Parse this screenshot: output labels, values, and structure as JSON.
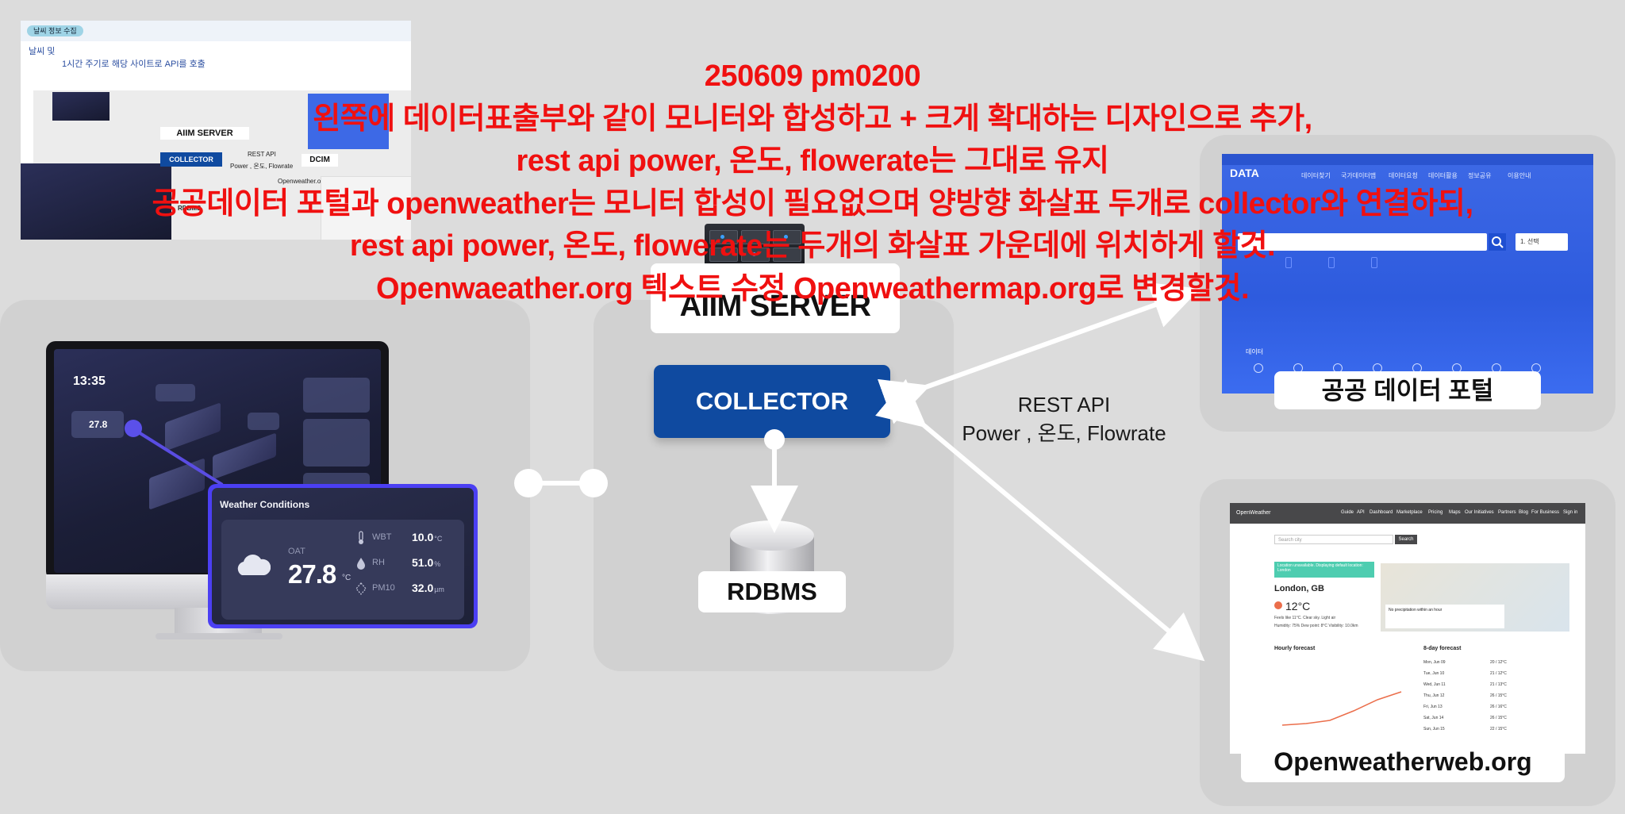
{
  "panels": {
    "server": {
      "title": "AIIM SERVER",
      "collector": "COLLECTOR",
      "database": "RDBMS"
    },
    "public_portal": {
      "label": "공공 데이터 포털",
      "logo": "DATA",
      "nav": [
        "데이터찾기",
        "국가데이터맵",
        "데이터요청",
        "데이터활용",
        "정보공유",
        "이용안내"
      ],
      "select": "1. 선택",
      "tab_label": "데이터"
    },
    "openweather": {
      "label": "Openweatherweb.org",
      "logo": "OpenWeather",
      "nav": [
        "Guide",
        "API",
        "Dashboard",
        "Marketplace",
        "Pricing",
        "Maps",
        "Our Initiatives",
        "Partners",
        "Blog",
        "For Business",
        "Sign in"
      ],
      "search_placeholder": "Search city",
      "search_button": "Search",
      "banner": "Location unavailable. Displaying default location: London",
      "city": "London, GB",
      "temperature": "12°C",
      "feels_like": "Feels like 11°C. Clear sky. Light air",
      "details": "Humidity: 75%   Dew point: 8°C   Visibility: 10.0km",
      "hourly_title": "Hourly forecast",
      "daily_title": "8-day forecast",
      "precip_note": "No precipitation within an hour",
      "days": [
        {
          "day": "Mon, Jun 09",
          "temp": "20 / 12°C"
        },
        {
          "day": "Tue, Jun 10",
          "temp": "21 / 12°C"
        },
        {
          "day": "Wed, Jun 11",
          "temp": "21 / 13°C"
        },
        {
          "day": "Thu, Jun 12",
          "temp": "26 / 15°C"
        },
        {
          "day": "Fri, Jun 13",
          "temp": "26 / 16°C"
        },
        {
          "day": "Sat, Jun 14",
          "temp": "26 / 15°C"
        },
        {
          "day": "Sun, Jun 15",
          "temp": "22 / 15°C"
        }
      ]
    }
  },
  "api_label": {
    "line1": "REST API",
    "line2": "Power , 온도, Flowrate"
  },
  "dashboard": {
    "time": "13:35",
    "mini_temp": "27.8",
    "weather_card": {
      "title": "Weather Conditions",
      "oat_label": "OAT",
      "oat_value": "27.8",
      "oat_unit": "°C",
      "rows": [
        {
          "key": "WBT",
          "value": "10.0",
          "unit": "°C",
          "icon": "thermometer-icon"
        },
        {
          "key": "RH",
          "value": "51.0",
          "unit": "%",
          "icon": "droplet-icon"
        },
        {
          "key": "PM10",
          "value": "32.0",
          "unit": "µm",
          "icon": "dust-icon"
        }
      ]
    }
  },
  "thumbnail": {
    "tag": "날씨 정보 수집",
    "bullet": "날씨 및",
    "check1": "1시간 주기로 해당 사이트로 API를 호출",
    "server": "AIIM SERVER",
    "collector": "COLLECTOR",
    "rest": "REST API",
    "rest_detail": "Power , 온도, Flowrate",
    "dcim": "DCIM",
    "ow": "Openweather.org",
    "rdbms": "RDBMS"
  },
  "notes": [
    "250609 pm0200",
    "왼쪽에 데이터표출부와 같이 모니터와 합성하고 + 크게 확대하는 디자인으로 추가,",
    "rest api power, 온도, flowerate는 그대로 유지",
    "공공데이터 포털과 openweather는 모니터 합성이 필요없으며 양방향 화살표 두개로 collector와 연결하되,",
    "rest api power, 온도, flowerate는 두개의 화살표 가운데에 위치하게 할것.",
    "Openwaeather.org 텍스트 수정 Openweathermap.org로 변경할것."
  ],
  "colors": {
    "background": "#dcdcdc",
    "panel": "#d1d1d1",
    "collector": "#0f4aa0",
    "weather_frame": "#4b3ff3",
    "annotation": "#f01010",
    "portal": "#3d69e6"
  }
}
